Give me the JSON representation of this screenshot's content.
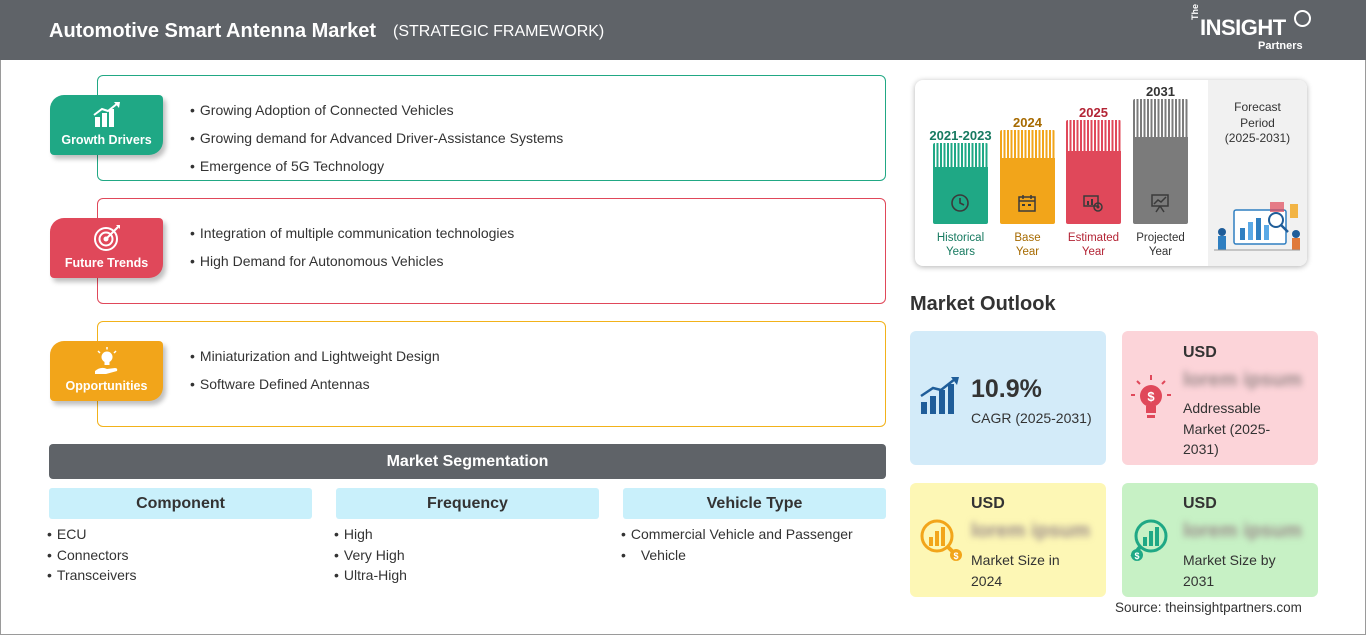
{
  "header": {
    "title": "Automotive Smart Antenna Market",
    "subtitle": "(STRATEGIC FRAMEWORK)",
    "logo": {
      "the": "The",
      "insight": "INSIGHT",
      "partners": "Partners"
    }
  },
  "framework": {
    "growth_drivers": {
      "label": "Growth Drivers",
      "color": "#1fa885",
      "items": [
        "Growing Adoption of Connected Vehicles",
        "Growing demand for Advanced Driver-Assistance Systems",
        "Emergence of 5G Technology"
      ]
    },
    "future_trends": {
      "label": "Future Trends",
      "color": "#e0485a",
      "items": [
        "Integration of multiple communication technologies",
        "High Demand for Autonomous Vehicles"
      ]
    },
    "opportunities": {
      "label": "Opportunities",
      "color": "#f2a51a",
      "items": [
        "Miniaturization and Lightweight Design",
        "Software Defined Antennas"
      ]
    }
  },
  "segmentation": {
    "title": "Market Segmentation",
    "columns": [
      {
        "heading": "Component",
        "items": [
          "ECU",
          "Connectors",
          "Transceivers"
        ]
      },
      {
        "heading": "Frequency",
        "items": [
          "High",
          "Very High",
          "Ultra-High"
        ]
      },
      {
        "heading": "Vehicle Type",
        "items": [
          "Commercial Vehicle and Passenger",
          "Vehicle"
        ]
      }
    ]
  },
  "timeline": {
    "periods": [
      {
        "year": "2021-2023",
        "label_1": "Historical",
        "label_2": "Years",
        "color": "#1fa885",
        "year_color": "#177a60"
      },
      {
        "year": "2024",
        "label_1": "Base",
        "label_2": "Year",
        "color": "#f2a51a",
        "year_color": "#a66a00"
      },
      {
        "year": "2025",
        "label_1": "Estimated",
        "label_2": "Year",
        "color": "#e0485a",
        "year_color": "#b32435"
      },
      {
        "year": "2031",
        "label_1": "Projected",
        "label_2": "Year",
        "color": "#7b7b7b",
        "year_color": "#333333"
      }
    ],
    "forecast": {
      "line_1": "Forecast",
      "line_2": "Period",
      "line_3": "(2025-2031)"
    }
  },
  "outlook": {
    "title": "Market Outlook",
    "cagr": {
      "value": "10.9%",
      "label": "CAGR (2025-2031)"
    },
    "addressable": {
      "currency": "USD",
      "value": "lorem ipsum",
      "label_1": "Addressable",
      "label_2": "Market (2025-",
      "label_3": "2031)"
    },
    "size_2024": {
      "currency": "USD",
      "value": "lorem ipsum",
      "label_1": "Market Size in",
      "label_2": "2024"
    },
    "size_2031": {
      "currency": "USD",
      "value": "lorem ipsum",
      "label_1": "Market Size by",
      "label_2": "2031"
    }
  },
  "source": "Source: theinsightpartners.com"
}
